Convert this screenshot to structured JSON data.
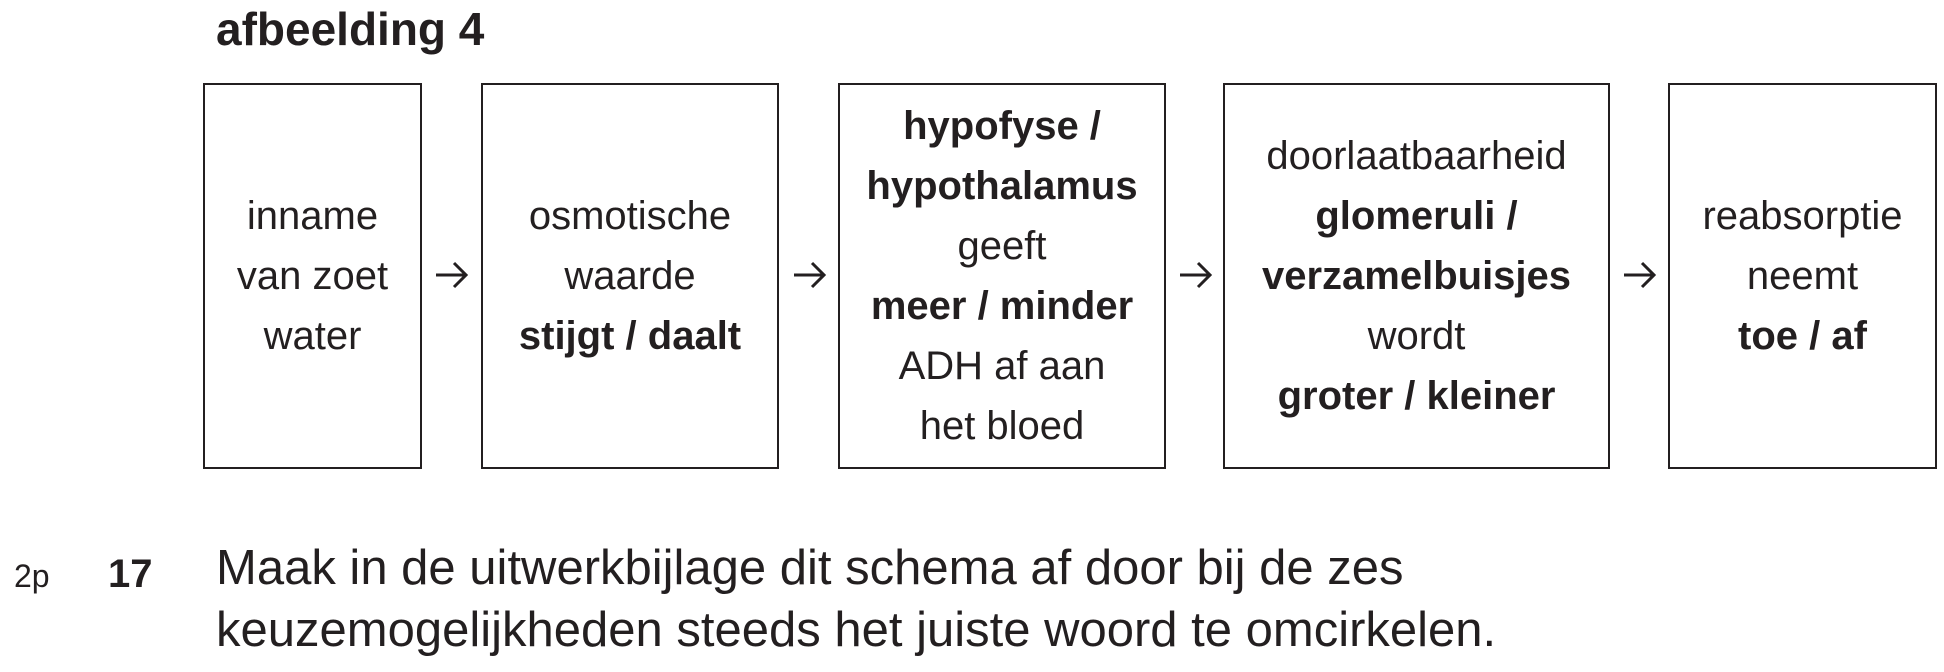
{
  "figure": {
    "title": "afbeelding 4",
    "boxes": [
      {
        "lines": [
          {
            "text": "inname",
            "bold": false
          },
          {
            "text": "van zoet",
            "bold": false
          },
          {
            "text": "water",
            "bold": false
          }
        ]
      },
      {
        "lines": [
          {
            "text": "osmotische",
            "bold": false
          },
          {
            "text": "waarde",
            "bold": false
          },
          {
            "text": "stijgt / daalt",
            "bold": true
          }
        ]
      },
      {
        "lines": [
          {
            "text": "hypofyse /",
            "bold": true
          },
          {
            "text": "hypothalamus",
            "bold": true
          },
          {
            "text": "geeft",
            "bold": false
          },
          {
            "text": "meer / minder",
            "bold": true
          },
          {
            "text": "ADH af aan",
            "bold": false
          },
          {
            "text": "het bloed",
            "bold": false
          }
        ]
      },
      {
        "lines": [
          {
            "text": "doorlaatbaarheid",
            "bold": false
          },
          {
            "text": "glomeruli /",
            "bold": true
          },
          {
            "text": "verzamelbuisjes",
            "bold": true
          },
          {
            "text": "wordt",
            "bold": false
          },
          {
            "text": "groter / kleiner",
            "bold": true
          }
        ]
      },
      {
        "lines": [
          {
            "text": "reabsorptie",
            "bold": false
          },
          {
            "text": "neemt",
            "bold": false
          },
          {
            "text": "toe / af",
            "bold": true
          }
        ]
      }
    ],
    "arrow_icon": "right-arrow-icon"
  },
  "question": {
    "points": "2p",
    "number": "17",
    "text_lines": [
      "Maak in de uitwerkbijlage dit schema af door bij de zes",
      "keuzemogelijkheden steeds het juiste woord te omcirkelen."
    ]
  }
}
